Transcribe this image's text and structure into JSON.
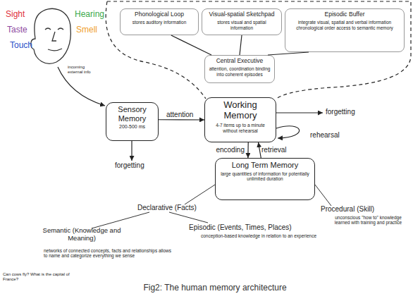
{
  "diagram": {
    "caption": "Fig2: The human memory architecture",
    "nodes": [
      {
        "text": [
          "Phonological Loop",
          "stores auditory information"
        ]
      },
      {
        "text": [
          "Visual-spatial Sketchpad",
          "stores visual and spatial information"
        ]
      },
      {
        "text": [
          "Episodic Buffer",
          "integrate visual, spatial and verbal information chronological order access to semantic memory"
        ]
      },
      {
        "text": [
          "Central Executive",
          "attention, coordination binding into coherent episodes"
        ]
      },
      {
        "text": [
          "Sensory Memory",
          "200-500 ms"
        ]
      },
      {
        "text": [
          "Working Memory",
          "4-7 items up to a minute without rehearsal"
        ]
      },
      {
        "text": [
          "Long Term Memory",
          "large quantities of information for potentially unlimited duration"
        ]
      }
    ],
    "edges": [
      {
        "from": 3,
        "to": 0,
        "arrow": "none"
      },
      {
        "from": 3,
        "to": 1,
        "arrow": "none"
      },
      {
        "from": 3,
        "to": 2,
        "arrow": "none"
      },
      {
        "from": 4,
        "to": 5,
        "label": "attention",
        "arrow": "to"
      },
      {
        "from": 5,
        "to": 6,
        "label": "encoding",
        "arrow": "to"
      },
      {
        "from": 6,
        "to": 5,
        "label": "retrieval",
        "arrow": "to"
      }
    ],
    "labels": [
      "Sight",
      "Hearing",
      "Taste",
      "Smell",
      "Touch",
      "incoming external info",
      "forgetting",
      "forgetting",
      "rehearsal",
      "Declarative (Facts)",
      "Procedural (Skill)",
      "unconscious \"how to\" knowledge learned with training and practice",
      "Semantic (Knowledge and Meaning)",
      "networks of connected concepts, facts and relationships allows to name and categorize everything we sense",
      "Episodic (Events, Times, Places)",
      "conception-based knowledge in relation to an experience",
      "Can cows fly? What is the capital of France?"
    ]
  }
}
